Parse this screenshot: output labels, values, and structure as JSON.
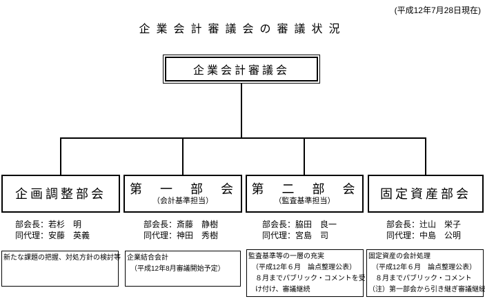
{
  "header": {
    "date_note": "(平成12年7月28日現在)",
    "title": "企業会計審議会の審議状況"
  },
  "root": {
    "label": "企業会計審議会"
  },
  "departments": [
    {
      "name": "企画調整部会",
      "leaders": [
        "部会長：若杉　明",
        "同代理：安藤　英義"
      ],
      "notes": [
        "新たな課題の把握、対処方針の検討等"
      ]
    },
    {
      "name": "第　一　部　会",
      "subtitle": "（会計基準担当）",
      "leaders": [
        "部会長：斎藤　静樹",
        "同代理：神田　秀樹"
      ],
      "notes": [
        "企業結合会計",
        "　（平成12年8月審議開始予定）"
      ]
    },
    {
      "name": "第　二　部　会",
      "subtitle": "（監査基準担当）",
      "leaders": [
        "部会長：脇田　良一",
        "同代理：宮島　司"
      ],
      "notes": [
        "監査基準等の一層の充実",
        "　（平成12年６月　論点整理公表）",
        "　８月までパブリック・コメントを受",
        "　け付け、審議継続"
      ]
    },
    {
      "name": "固定資産部会",
      "leaders": [
        "部会長：辻山　栄子",
        "同代理：中島　公明"
      ],
      "notes": [
        "固定資産の会計処理",
        "　（平成12年６月　論点整理公表）",
        "　８月までパブリック・コメント",
        "（注）第一部会から引き継ぎ審議継続"
      ]
    }
  ]
}
